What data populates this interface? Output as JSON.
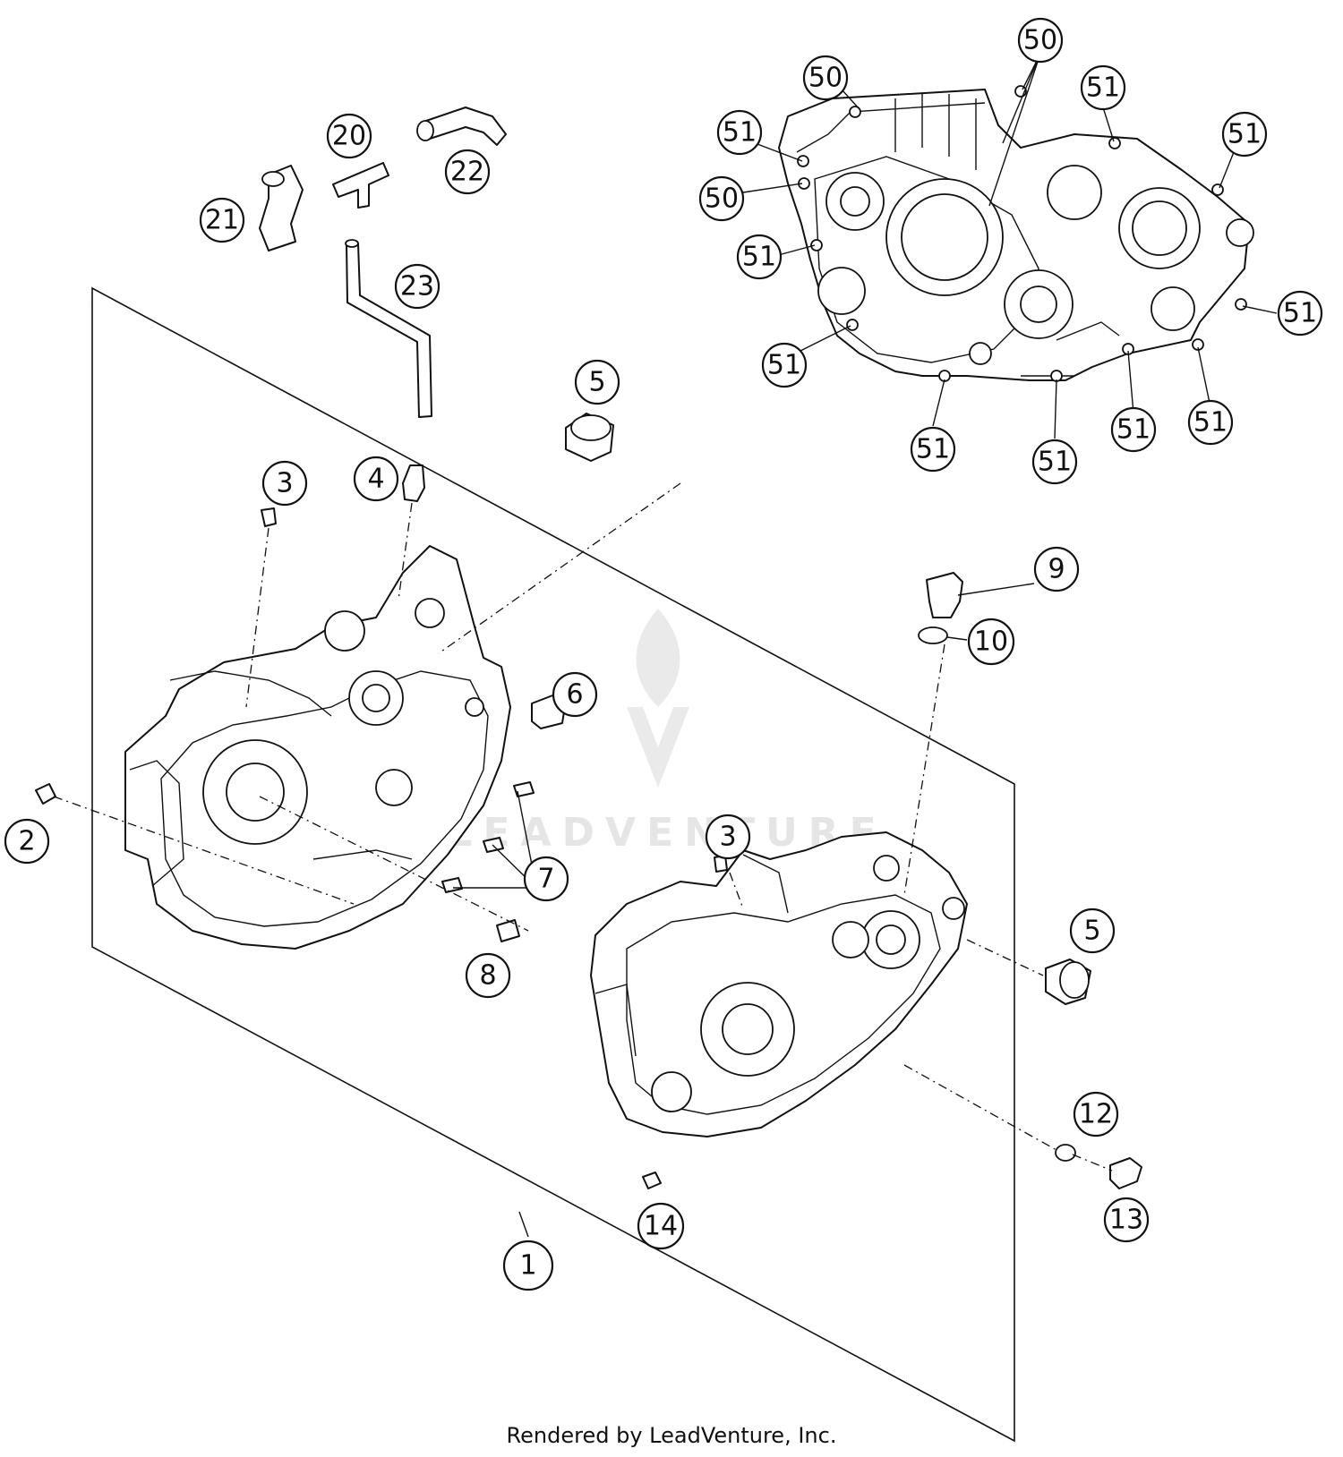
{
  "credit": "Rendered by LeadVenture, Inc.",
  "watermark": "LEADVENTURE",
  "callouts": [
    {
      "id": "c1",
      "label": "1"
    },
    {
      "id": "c2",
      "label": "2"
    },
    {
      "id": "c3a",
      "label": "3"
    },
    {
      "id": "c3b",
      "label": "3"
    },
    {
      "id": "c4",
      "label": "4"
    },
    {
      "id": "c5a",
      "label": "5"
    },
    {
      "id": "c5b",
      "label": "5"
    },
    {
      "id": "c6",
      "label": "6"
    },
    {
      "id": "c7",
      "label": "7"
    },
    {
      "id": "c8",
      "label": "8"
    },
    {
      "id": "c9",
      "label": "9"
    },
    {
      "id": "c10",
      "label": "10"
    },
    {
      "id": "c12",
      "label": "12"
    },
    {
      "id": "c13",
      "label": "13"
    },
    {
      "id": "c14",
      "label": "14"
    },
    {
      "id": "c20",
      "label": "20"
    },
    {
      "id": "c21",
      "label": "21"
    },
    {
      "id": "c22",
      "label": "22"
    },
    {
      "id": "c23",
      "label": "23"
    },
    {
      "id": "c50a",
      "label": "50"
    },
    {
      "id": "c50b",
      "label": "50"
    },
    {
      "id": "c50c",
      "label": "50"
    },
    {
      "id": "c51a",
      "label": "51"
    },
    {
      "id": "c51b",
      "label": "51"
    },
    {
      "id": "c51c",
      "label": "51"
    },
    {
      "id": "c51d",
      "label": "51"
    },
    {
      "id": "c51e",
      "label": "51"
    },
    {
      "id": "c51f",
      "label": "51"
    },
    {
      "id": "c51g",
      "label": "51"
    },
    {
      "id": "c51h",
      "label": "51"
    },
    {
      "id": "c51i",
      "label": "51"
    },
    {
      "id": "c51j",
      "label": "51"
    },
    {
      "id": "c51k",
      "label": "51"
    }
  ]
}
